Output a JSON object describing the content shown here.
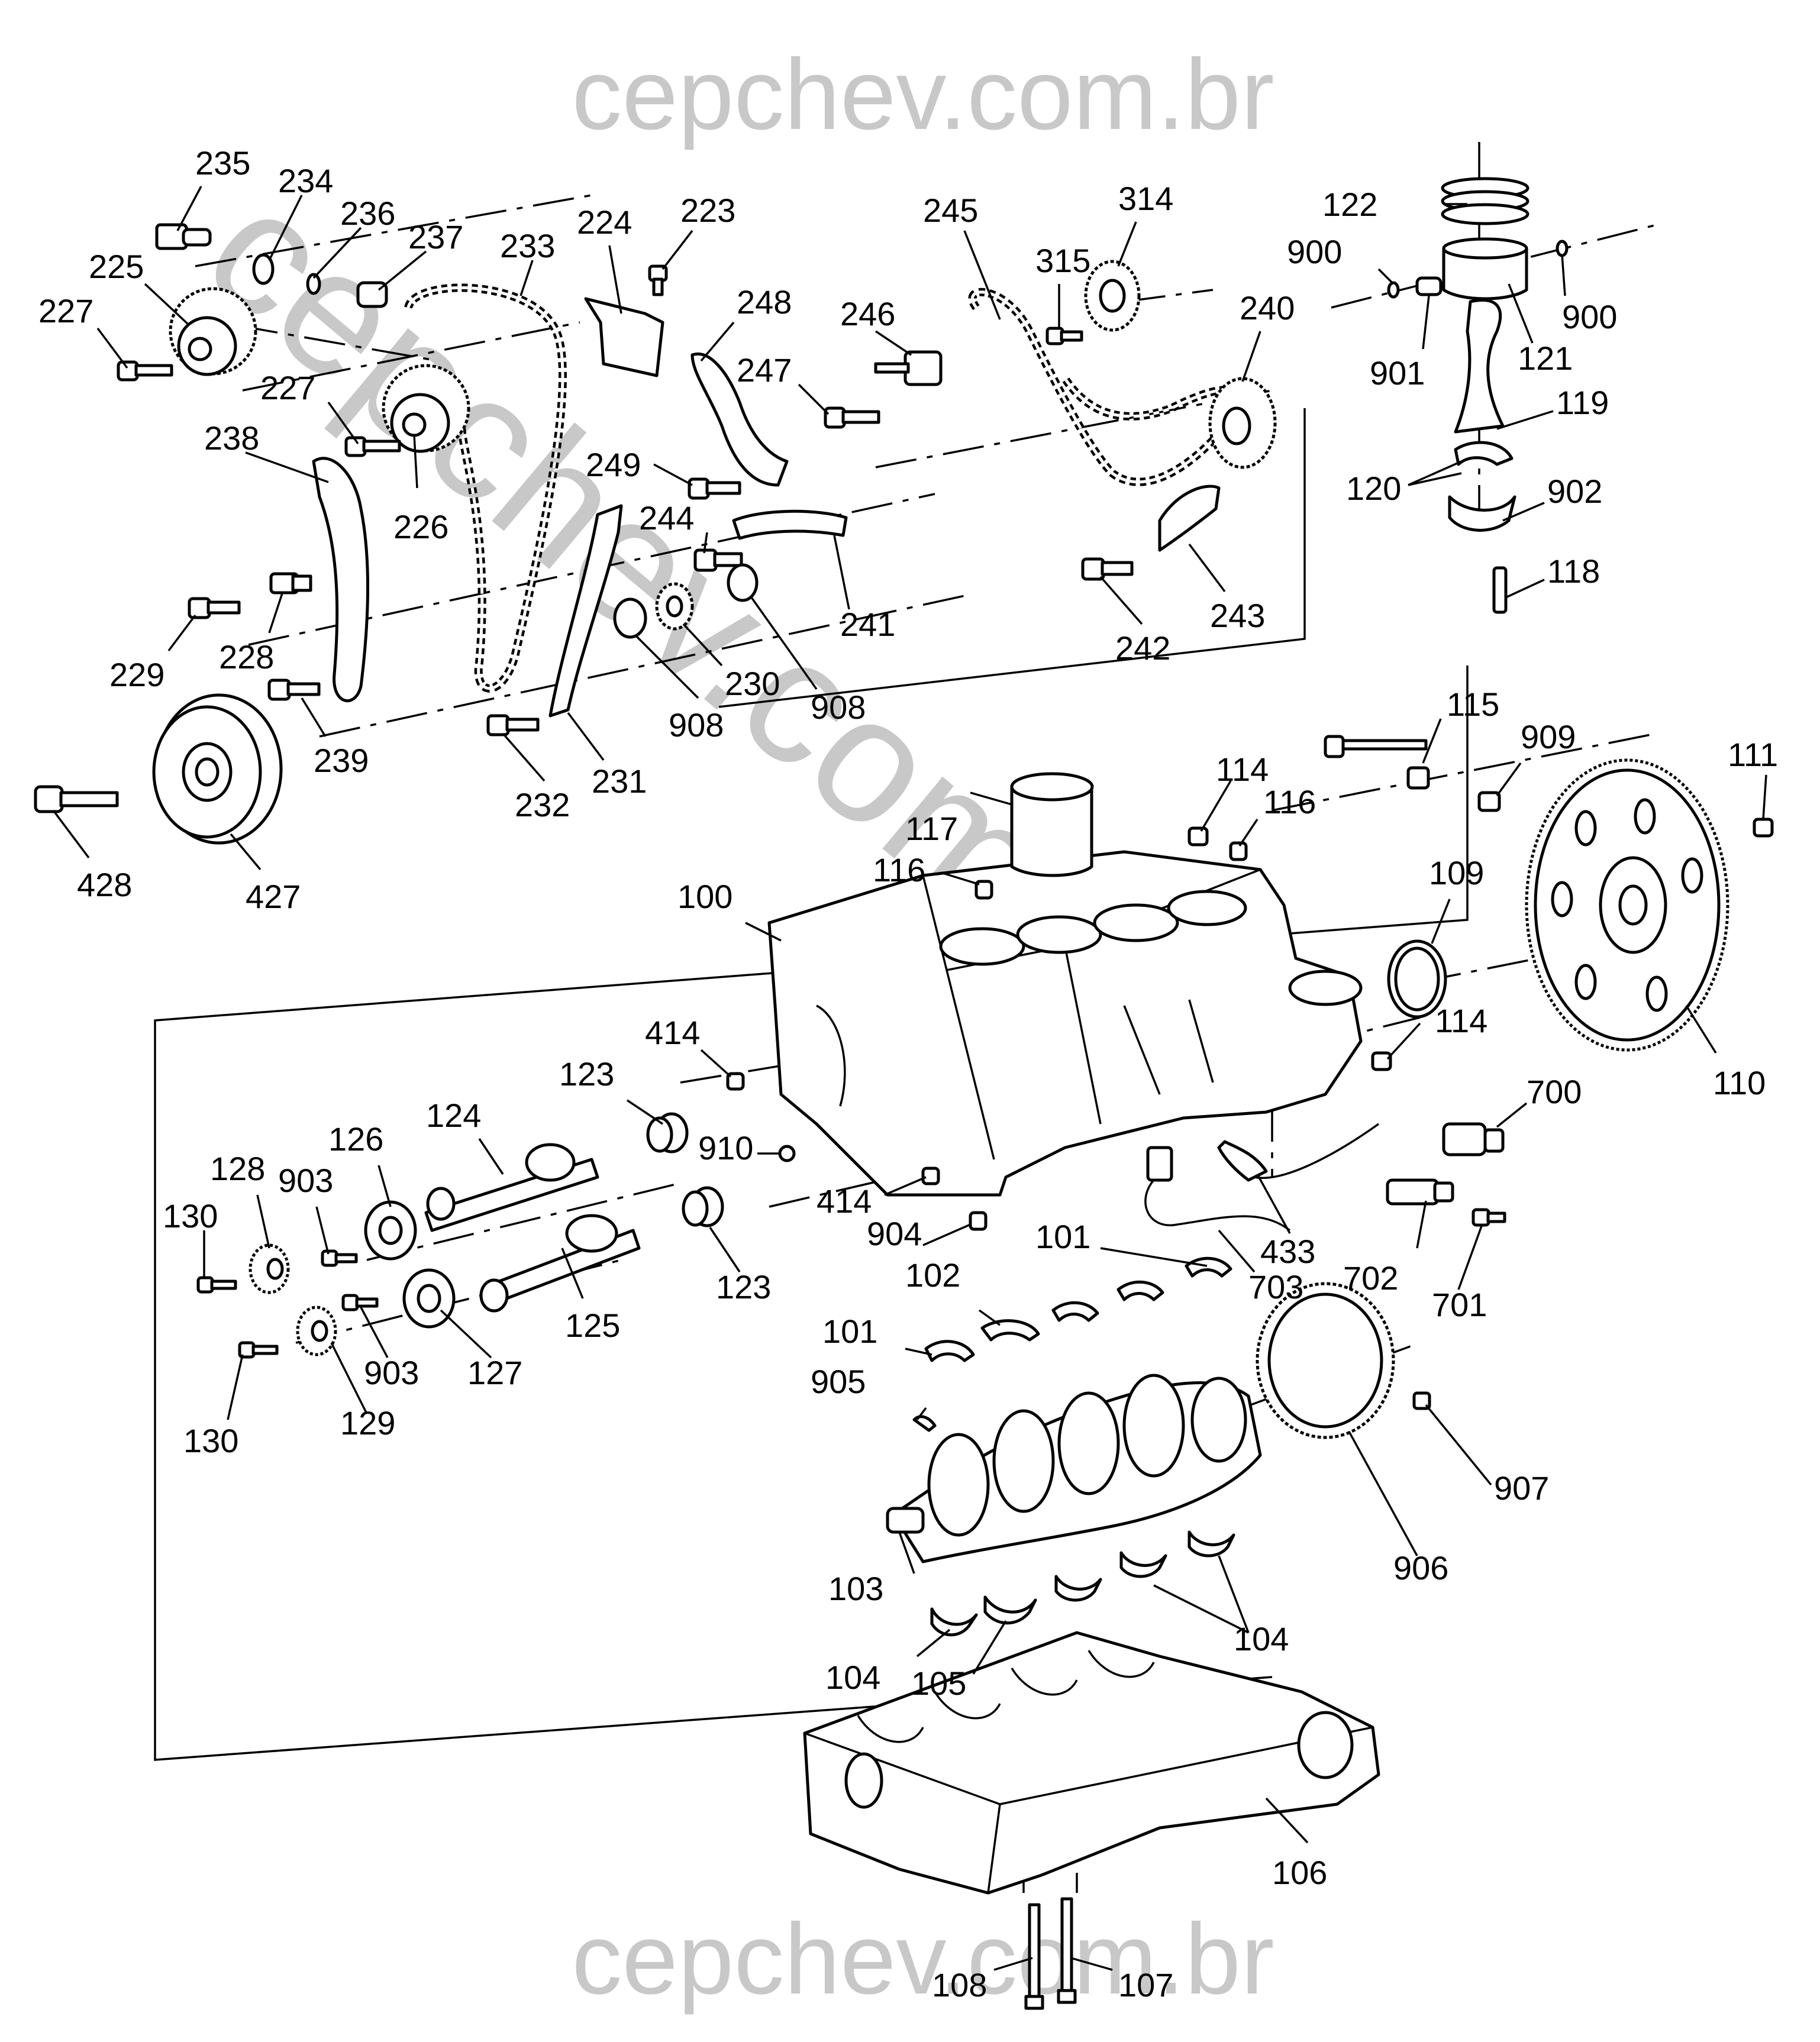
{
  "watermarks": {
    "top": "cepchev.com.br",
    "bottom": "cepchev.com.br",
    "diagonal": "cepchev.com.br"
  },
  "callouts": [
    {
      "id": "c235",
      "text": "235"
    },
    {
      "id": "c234",
      "text": "234"
    },
    {
      "id": "c236",
      "text": "236"
    },
    {
      "id": "c237",
      "text": "237"
    },
    {
      "id": "c233",
      "text": "233"
    },
    {
      "id": "c224",
      "text": "224"
    },
    {
      "id": "c223",
      "text": "223"
    },
    {
      "id": "c225",
      "text": "225"
    },
    {
      "id": "c227a",
      "text": "227"
    },
    {
      "id": "c227b",
      "text": "227"
    },
    {
      "id": "c226",
      "text": "226"
    },
    {
      "id": "c238",
      "text": "238"
    },
    {
      "id": "c229",
      "text": "229"
    },
    {
      "id": "c228",
      "text": "228"
    },
    {
      "id": "c239",
      "text": "239"
    },
    {
      "id": "c428",
      "text": "428"
    },
    {
      "id": "c427",
      "text": "427"
    },
    {
      "id": "c232",
      "text": "232"
    },
    {
      "id": "c231",
      "text": "231"
    },
    {
      "id": "c248",
      "text": "248"
    },
    {
      "id": "c246",
      "text": "246"
    },
    {
      "id": "c247",
      "text": "247"
    },
    {
      "id": "c249",
      "text": "249"
    },
    {
      "id": "c244",
      "text": "244"
    },
    {
      "id": "c230",
      "text": "230"
    },
    {
      "id": "c908a",
      "text": "908"
    },
    {
      "id": "c908b",
      "text": "908"
    },
    {
      "id": "c241",
      "text": "241"
    },
    {
      "id": "c245",
      "text": "245"
    },
    {
      "id": "c315",
      "text": "315"
    },
    {
      "id": "c314",
      "text": "314"
    },
    {
      "id": "c240",
      "text": "240"
    },
    {
      "id": "c242",
      "text": "242"
    },
    {
      "id": "c243",
      "text": "243"
    },
    {
      "id": "c122",
      "text": "122"
    },
    {
      "id": "c900a",
      "text": "900"
    },
    {
      "id": "c900b",
      "text": "900"
    },
    {
      "id": "c901",
      "text": "901"
    },
    {
      "id": "c121",
      "text": "121"
    },
    {
      "id": "c119",
      "text": "119"
    },
    {
      "id": "c120",
      "text": "120"
    },
    {
      "id": "c902",
      "text": "902"
    },
    {
      "id": "c118",
      "text": "118"
    },
    {
      "id": "c115",
      "text": "115"
    },
    {
      "id": "c909",
      "text": "909"
    },
    {
      "id": "c114a",
      "text": "114"
    },
    {
      "id": "c116a",
      "text": "116"
    },
    {
      "id": "c111",
      "text": "111"
    },
    {
      "id": "c117",
      "text": "117"
    },
    {
      "id": "c116b",
      "text": "116"
    },
    {
      "id": "c109",
      "text": "109"
    },
    {
      "id": "c100",
      "text": "100"
    },
    {
      "id": "c114b",
      "text": "114"
    },
    {
      "id": "c110",
      "text": "110"
    },
    {
      "id": "c414a",
      "text": "414"
    },
    {
      "id": "c123a",
      "text": "123"
    },
    {
      "id": "c124",
      "text": "124"
    },
    {
      "id": "c126",
      "text": "126"
    },
    {
      "id": "c910",
      "text": "910"
    },
    {
      "id": "c700",
      "text": "700"
    },
    {
      "id": "c128",
      "text": "128"
    },
    {
      "id": "c903a",
      "text": "903"
    },
    {
      "id": "c130a",
      "text": "130"
    },
    {
      "id": "c414b",
      "text": "414"
    },
    {
      "id": "c904",
      "text": "904"
    },
    {
      "id": "c433",
      "text": "433"
    },
    {
      "id": "c123b",
      "text": "123"
    },
    {
      "id": "c101a",
      "text": "101"
    },
    {
      "id": "c703",
      "text": "703"
    },
    {
      "id": "c702",
      "text": "702"
    },
    {
      "id": "c701",
      "text": "701"
    },
    {
      "id": "c102",
      "text": "102"
    },
    {
      "id": "c125",
      "text": "125"
    },
    {
      "id": "c101b",
      "text": "101"
    },
    {
      "id": "c903b",
      "text": "903"
    },
    {
      "id": "c127",
      "text": "127"
    },
    {
      "id": "c905",
      "text": "905"
    },
    {
      "id": "c129",
      "text": "129"
    },
    {
      "id": "c130b",
      "text": "130"
    },
    {
      "id": "c907",
      "text": "907"
    },
    {
      "id": "c103",
      "text": "103"
    },
    {
      "id": "c906",
      "text": "906"
    },
    {
      "id": "c104a",
      "text": "104"
    },
    {
      "id": "c104b",
      "text": "104"
    },
    {
      "id": "c105",
      "text": "105"
    },
    {
      "id": "c106",
      "text": "106"
    },
    {
      "id": "c108",
      "text": "108"
    },
    {
      "id": "c107",
      "text": "107"
    }
  ]
}
